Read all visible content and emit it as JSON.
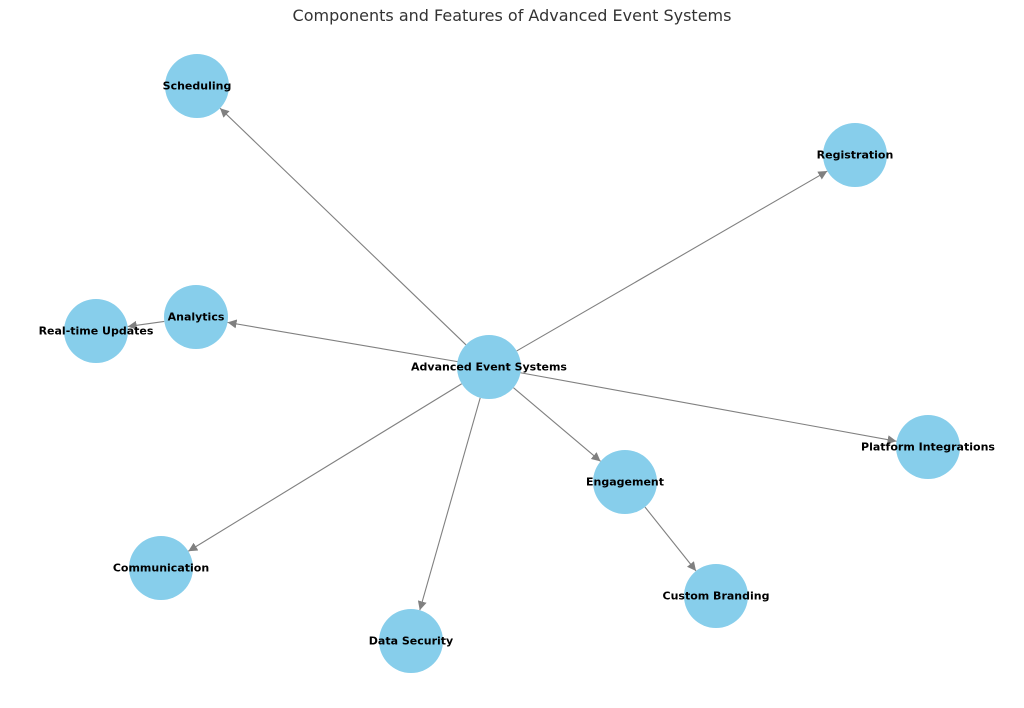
{
  "title": "Components and Features of Advanced Event Systems",
  "colors": {
    "node_fill": "#87ceeb",
    "edge": "#808080",
    "label": "#000000",
    "title": "#333333"
  },
  "nodes": [
    {
      "id": "center",
      "label": "Advanced Event Systems"
    },
    {
      "id": "scheduling",
      "label": "Scheduling"
    },
    {
      "id": "registration",
      "label": "Registration"
    },
    {
      "id": "analytics",
      "label": "Analytics"
    },
    {
      "id": "realtime",
      "label": "Real-time Updates"
    },
    {
      "id": "platform",
      "label": "Platform Integrations"
    },
    {
      "id": "engagement",
      "label": "Engagement"
    },
    {
      "id": "communication",
      "label": "Communication"
    },
    {
      "id": "branding",
      "label": "Custom Branding"
    },
    {
      "id": "security",
      "label": "Data Security"
    }
  ],
  "edges": [
    {
      "from": "center",
      "to": "scheduling"
    },
    {
      "from": "center",
      "to": "registration"
    },
    {
      "from": "center",
      "to": "analytics"
    },
    {
      "from": "analytics",
      "to": "realtime"
    },
    {
      "from": "center",
      "to": "platform"
    },
    {
      "from": "center",
      "to": "engagement"
    },
    {
      "from": "engagement",
      "to": "branding"
    },
    {
      "from": "center",
      "to": "communication"
    },
    {
      "from": "center",
      "to": "security"
    }
  ]
}
